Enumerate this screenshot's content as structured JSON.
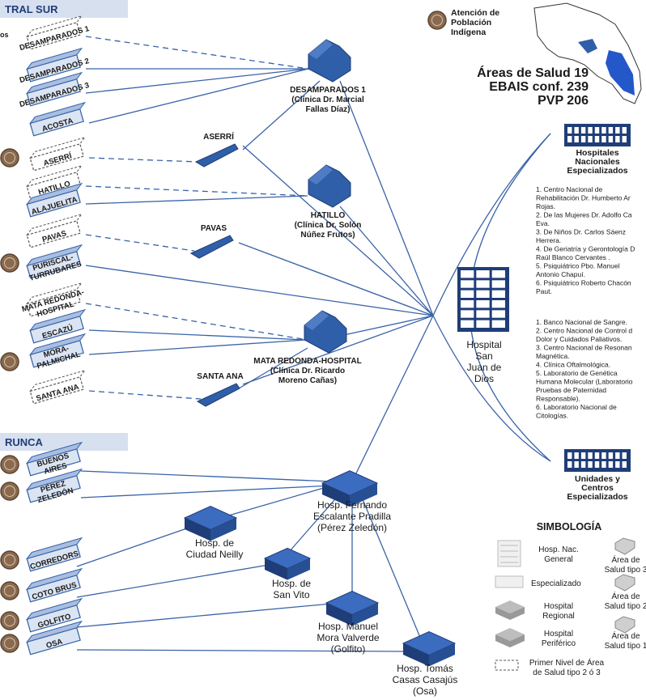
{
  "colors": {
    "blue": "#2f5fa8",
    "dark": "#1f3d78",
    "line": "#3a63a8",
    "banner": "#d7e0ef",
    "text": "#1a1a1a",
    "brown": "#8a6a4f",
    "gray": "#bdbdbd"
  },
  "regions": {
    "central_sur": "TRAL SUR",
    "brunca": "RUNCA",
    "left_edge": "os"
  },
  "legend_indigenous": "Atención de\nPoblación\nIndígena",
  "stats": [
    "Áreas de Salud 19",
    "EBAIS conf. 239",
    "PVP 206"
  ],
  "central_hospital": {
    "label": "Hospital\nSan\nJuan de\nDios"
  },
  "national_hospitals": {
    "title": "Hospitales\nNacionales\nEspecializados",
    "items": [
      "1. Centro Nacional de",
      "Rehabilitación Dr. Humberto Ar",
      "Rojas.",
      "2. De las Mujeres Dr. Adolfo Ca",
      "Eva.",
      "3. De Niños Dr. Carlos Sáenz",
      "Herrera.",
      "4. De Geriatría y Gerontología D",
      "Raúl Blanco Cervantes .",
      "5. Psiquiátrico Pbo. Manuel",
      "Antonio Chapuí.",
      "6. Psiquiátrico Roberto Chacón",
      "Paut."
    ]
  },
  "specialized_units": {
    "title": "Unidades y\nCentros\nEspecializados",
    "items": [
      "1. Banco Nacional de Sangre.",
      "2. Centro Nacional de Control d",
      "Dolor y Cuidados Paliativos.",
      "3. Centro Nacional de Resonan",
      "Magnética.",
      "4. Clínica Oftalmológica.",
      "5. Laboratorio de Genética",
      "Humana Molecular (Laboratorio",
      "Pruebas de Paternidad",
      "Responsable).",
      "6. Laboratorio Nacional de",
      "Citologías."
    ]
  },
  "clinics": [
    {
      "label": "DESAMPARADOS 1\n(Clínica Dr. Marcial\nFallas Díaz)"
    },
    {
      "label": "HATILLO\n(Clínica Dr. Solón\nNúñez Frutos)"
    },
    {
      "label": "MATA REDONDA-HOSPITAL\n(Clínica Dr. Ricardo\nMoreno Cañas)"
    }
  ],
  "mid_areas": [
    "ASERRÍ",
    "PAVAS",
    "SANTA ANA"
  ],
  "left_areas": [
    {
      "label": "DESAMPARADOS 1",
      "dashed": true
    },
    {
      "label": "DESAMPARADOS 2",
      "dashed": false
    },
    {
      "label": "DESAMPARADOS 3",
      "dashed": false
    },
    {
      "label": "ACOSTA",
      "dashed": false
    },
    {
      "label": "ASERRÍ",
      "dashed": true
    },
    {
      "label": "HATILLO",
      "dashed": true
    },
    {
      "label": "ALAJUELITA",
      "dashed": false
    },
    {
      "label": "PAVAS",
      "dashed": true
    },
    {
      "label": "PURISCAL-\nTURRUBARES",
      "dashed": false
    },
    {
      "label": "MATA REDONDA-\nHOSPITAL",
      "dashed": true
    },
    {
      "label": "ESCAZÚ",
      "dashed": false
    },
    {
      "label": "MORA-\nPALMICHAL",
      "dashed": false
    },
    {
      "label": "SANTA ANA",
      "dashed": true
    }
  ],
  "brunca_areas": [
    "BUENOS\nAIRES",
    "PÉREZ\nZELEDÓN",
    "CORREDORS",
    "COTO BRUS",
    "GOLFITO",
    "OSA"
  ],
  "brunca_hospitals": [
    {
      "label": "Hosp. Fernando\nEscalante Pradilla\n(Pérez Zeledón)"
    },
    {
      "label": "Hosp. de\nCiudad Neilly"
    },
    {
      "label": "Hosp. de\nSan Vito"
    },
    {
      "label": "Hosp. Manuel\nMora Valverde\n(Golfito)"
    },
    {
      "label": "Hosp. Tomás\nCasas Casajús\n(Osa)"
    }
  ],
  "legend": {
    "title": "SIMBOLOGÍA",
    "nac_general": "Hosp. Nac.\nGeneral",
    "especializado": "Especializado",
    "regional": "Hospital\nRegional",
    "periferico": "Hospital\nPeriférico",
    "primer_nivel": "Primer Nivel de Área\nde Salud tipo 2 ó 3",
    "area3": "Área de\nSalud tipo 3",
    "area2": "Área de\nSalud tipo 2",
    "area1": "Área de\nSalud tipo 1"
  }
}
